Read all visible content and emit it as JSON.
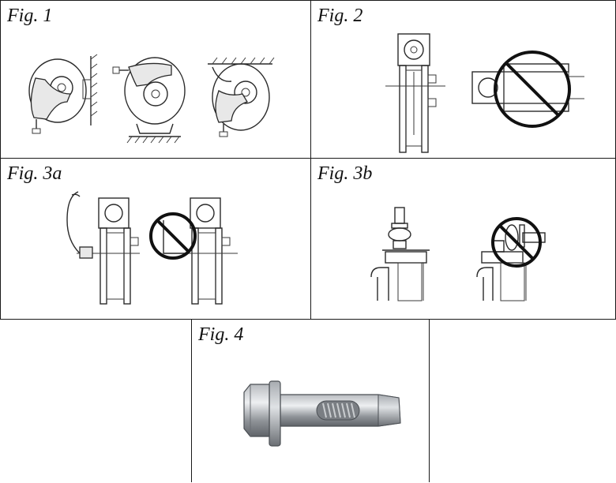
{
  "figures": {
    "fig1": {
      "label": "Fig. 1"
    },
    "fig2": {
      "label": "Fig. 2"
    },
    "fig3a": {
      "label": "Fig. 3a"
    },
    "fig3b": {
      "label": "Fig. 3b"
    },
    "fig4": {
      "label": "Fig. 4"
    }
  }
}
